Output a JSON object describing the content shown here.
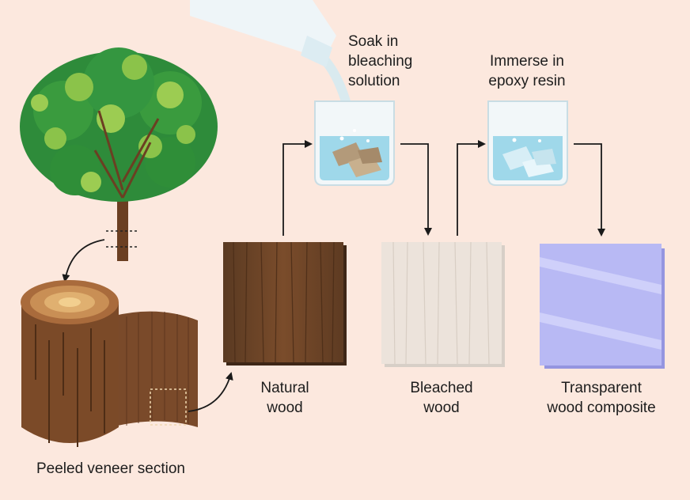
{
  "colors": {
    "background": "#fce8de",
    "foliage_dark": "#2e8b3a",
    "foliage_light": "#8bc34a",
    "trunk": "#6b3f22",
    "natural_wood": "#6e4527",
    "bleached_wood": "#ece3db",
    "transparent_wood": "#b8b9f4",
    "solution": "#9fd8ea",
    "arrow": "#1a1a1a"
  },
  "labels": {
    "soak": [
      "Soak in",
      "bleaching",
      "solution"
    ],
    "immerse": [
      "Immerse in",
      "epoxy resin"
    ],
    "natural": [
      "Natural",
      "wood"
    ],
    "bleached": [
      "Bleached",
      "wood"
    ],
    "transparent": [
      "Transparent",
      "wood composite"
    ],
    "veneer": "Peeled veneer section"
  },
  "icons": {
    "tree": "tree-icon",
    "bottle": "bottle-icon",
    "beaker_bleach": "beaker-icon",
    "beaker_resin": "beaker-icon",
    "log": "log-icon"
  }
}
